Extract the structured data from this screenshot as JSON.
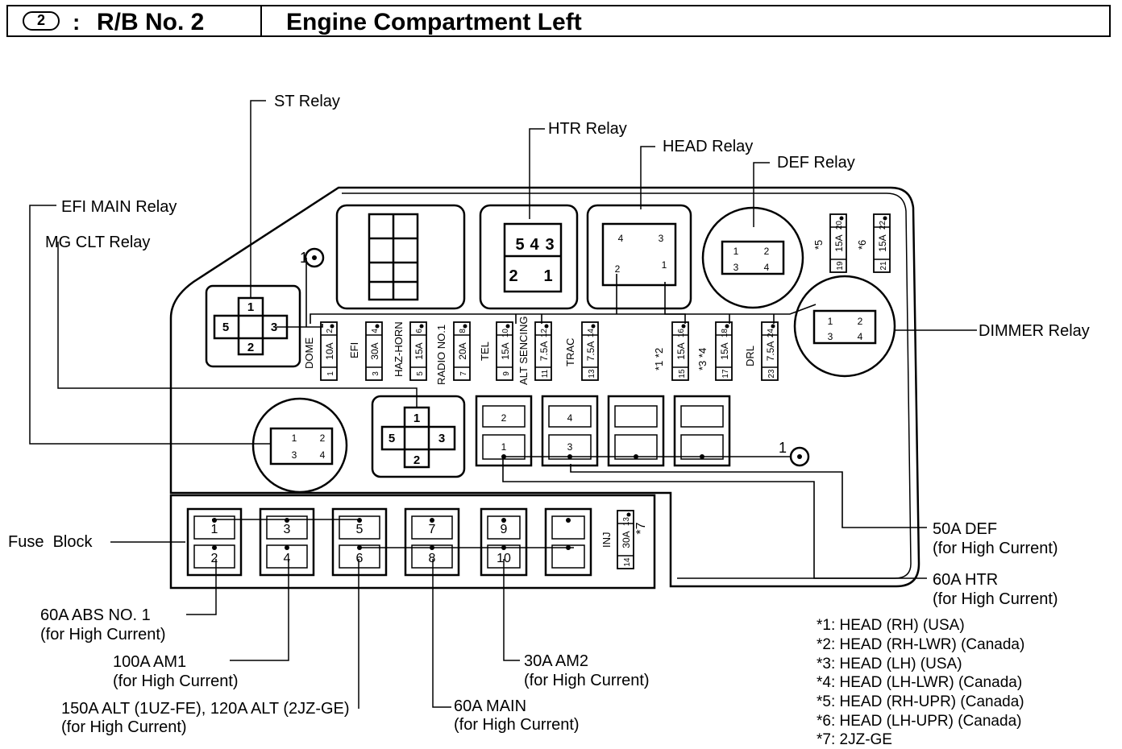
{
  "header": {
    "number": "2",
    "separator": ":",
    "code": "R/B No. 2",
    "title": "Engine Compartment Left"
  },
  "relays": {
    "st": "ST Relay",
    "htr": "HTR Relay",
    "head": "HEAD Relay",
    "def": "DEF Relay",
    "efi_main": "EFI MAIN Relay",
    "mg_clt": "MG CLT Relay",
    "dimmer": "DIMMER Relay"
  },
  "fuse_block_label": "Fuse  Block",
  "relay_pins": {
    "st": [
      "1",
      "5",
      "3",
      "2"
    ],
    "mg": [
      "1",
      "5",
      "3",
      "2"
    ],
    "htr": [
      "5",
      "4",
      "3",
      "2",
      "1"
    ],
    "head": [
      "4",
      "3",
      "2",
      "1"
    ],
    "def": [
      "1",
      "2",
      "3",
      "4"
    ],
    "efi": [
      "1",
      "2",
      "3",
      "4"
    ],
    "dimmer": [
      "1",
      "2",
      "3",
      "4"
    ]
  },
  "ground_point": "1",
  "mini_fuses": [
    {
      "name": "DOME",
      "amp": "10A",
      "top": "2",
      "bottom": "1"
    },
    {
      "name": "EFI",
      "amp": "30A",
      "top": "4",
      "bottom": "3"
    },
    {
      "name": "HAZ-HORN",
      "amp": "15A",
      "top": "6",
      "bottom": "5"
    },
    {
      "name": "RADIO NO.1",
      "amp": "20A",
      "top": "8",
      "bottom": "7"
    },
    {
      "name": "TEL",
      "amp": "15A",
      "top": "10",
      "bottom": "9"
    },
    {
      "name": "ALT SENCING",
      "amp": "7.5A",
      "top": "12",
      "bottom": "11"
    },
    {
      "name": "TRAC",
      "amp": "7.5A",
      "top": "14",
      "bottom": "13"
    },
    {
      "name": "*1 *2",
      "amp": "15A",
      "top": "16",
      "bottom": "15"
    },
    {
      "name": "*3 *4",
      "amp": "15A",
      "top": "18",
      "bottom": "17"
    },
    {
      "name": "DRL",
      "amp": "7.5A",
      "top": "24",
      "bottom": "23"
    },
    {
      "name": "*5",
      "amp": "15A",
      "top": "20",
      "bottom": "19"
    },
    {
      "name": "*6",
      "amp": "15A",
      "top": "22",
      "bottom": "21"
    },
    {
      "name": "INJ",
      "amp": "30A",
      "top": "13",
      "bottom": "14",
      "note": "*7"
    }
  ],
  "upper_fuse_boxes": [
    {
      "top": "2",
      "bottom": "1"
    },
    {
      "top": "4",
      "bottom": "3"
    },
    {
      "top": "",
      "bottom": ""
    },
    {
      "top": "",
      "bottom": ""
    }
  ],
  "fuse_block_boxes": [
    {
      "top": "1",
      "bottom": "2"
    },
    {
      "top": "3",
      "bottom": "4"
    },
    {
      "top": "5",
      "bottom": "6"
    },
    {
      "top": "7",
      "bottom": "8"
    },
    {
      "top": "9",
      "bottom": "10"
    },
    {
      "top": "",
      "bottom": ""
    }
  ],
  "callouts": {
    "def_50a": [
      "50A DEF",
      "(for High Current)"
    ],
    "htr_60a": [
      "60A HTR",
      "(for High Current)"
    ],
    "abs_60a": [
      "60A ABS NO. 1",
      "(for High Current)"
    ],
    "am1_100a": [
      "100A AM1",
      "(for High Current)"
    ],
    "alt": [
      "150A ALT (1UZ-FE), 120A ALT (2JZ-GE)",
      "(for High Current)"
    ],
    "main_60a": [
      "60A MAIN",
      "(for High Current)"
    ],
    "am2_30a": [
      "30A AM2",
      "(for High Current)"
    ]
  },
  "notes": [
    "*1: HEAD (RH) (USA)",
    "*2: HEAD (RH-LWR) (Canada)",
    "*3: HEAD (LH) (USA)",
    "*4: HEAD (LH-LWR) (Canada)",
    "*5: HEAD (RH-UPR) (Canada)",
    "*6: HEAD (LH-UPR) (Canada)",
    "*7: 2JZ-GE"
  ]
}
